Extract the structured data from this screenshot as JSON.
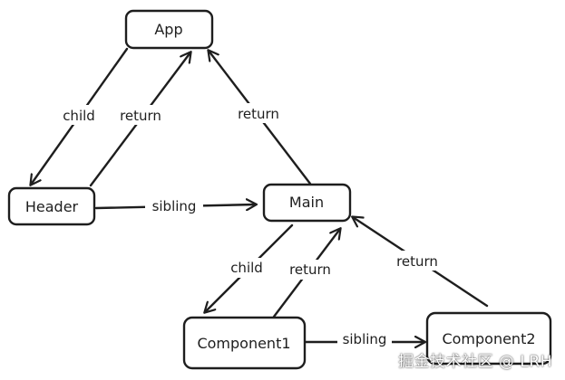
{
  "nodes": {
    "app": "App",
    "header": "Header",
    "main": "Main",
    "component1": "Component1",
    "component2": "Component2"
  },
  "edges": {
    "app_header_child": "child",
    "header_app_return": "return",
    "main_app_return": "return",
    "header_main_sibling": "sibling",
    "main_component1_child": "child",
    "component1_main_return": "return",
    "component2_main_return": "return",
    "component1_component2_sibling": "sibling"
  },
  "watermark": "掘金技术社区 @ LRH",
  "colors": {
    "stroke": "#1e1e1e",
    "background": "#ffffff"
  }
}
